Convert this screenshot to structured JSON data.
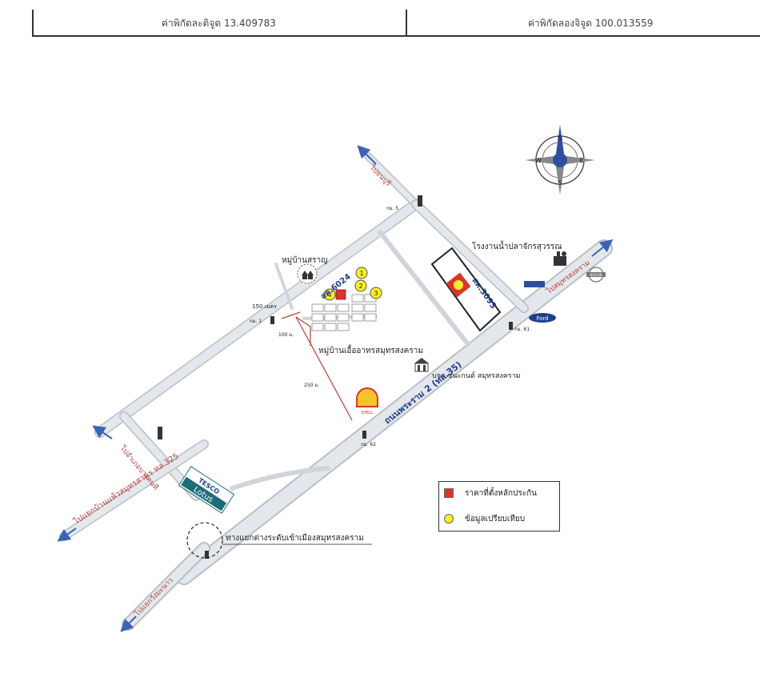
{
  "header": {
    "latitude": "ค่าพิกัดละติจูด 13.409783",
    "longitude": "ค่าพิกัดลองจิจูด 100.013559"
  },
  "compass": {
    "north": "N",
    "south": "S",
    "east": "E",
    "west": "W"
  },
  "map_labels": {
    "to_north": "ไปธนบุรี",
    "km1": "กม. 5",
    "km2": "กม. 61",
    "km3": "กม. 62",
    "km4": "กม. 1",
    "road_6024": "สค.6024",
    "road_3093": "สค.3093",
    "village1": "หมู่บ้านสราญ",
    "village2": "หมู่บ้านเอื้ออาทรสมุทรสงคราม",
    "factory": "โรงงานน้ำปลาจักรสุวรรณ",
    "to_samut": "ไปสมุทรสงคราม",
    "school": "บจก.ชนะกนต์ สมุทรสงคราม",
    "rama2": "ถนนพระราม 2 (ทล.35)",
    "dist_150": "150 เมตร",
    "dist_100": "100 ม.",
    "dist_250": "250 ม.",
    "to_bangkok_left": "ไปแยกบ้านแพ้วสมุทรสาคร ทล.325",
    "to_ratchaburi": "ไปอำเภอบางคนที",
    "to_southwest": "ไปแยกวังมะนาว",
    "interchange": "ทางแยกต่างระดับเข้าเมืองสมุทรสงคราม",
    "shell": "SHELL",
    "tesco1": "TESCO",
    "tesco2": "Lotus",
    "ford": "Ford",
    "nissan": "NISSAN",
    "marker_num1": "1",
    "marker_num2": "2",
    "marker_num3": "3",
    "marker_num4": "4"
  },
  "legend": {
    "property_label": "ราคาที่ตั้งหลักประกัน",
    "comparable_label": "ข้อมูลเปรียบเทียบ"
  },
  "colors": {
    "road": "#dfe3e8",
    "road_edge": "#b8bfc7",
    "arrow": "#3b63b5",
    "property": "#d9362b",
    "comparable": "#f7ee2a",
    "distance_line": "#b5403b",
    "text_road": "#1f3f8a"
  },
  "icons": [
    "compass-icon",
    "arrow-icon",
    "lamp-icon",
    "shell-logo-icon",
    "tesco-lotus-logo",
    "ford-logo",
    "nissan-logo",
    "factory-icon",
    "house-icon",
    "building-icon"
  ]
}
